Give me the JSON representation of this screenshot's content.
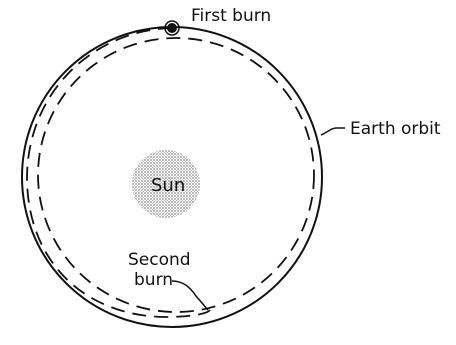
{
  "diagram": {
    "labels": {
      "first_burn": "First burn",
      "earth_orbit": "Earth orbit",
      "sun": "Sun",
      "second_burn_line1": "Second",
      "second_burn_line2": "burn"
    },
    "colors": {
      "ink": "#111111",
      "sun_fill": "#b5b5b5",
      "background": "#ffffff"
    }
  }
}
